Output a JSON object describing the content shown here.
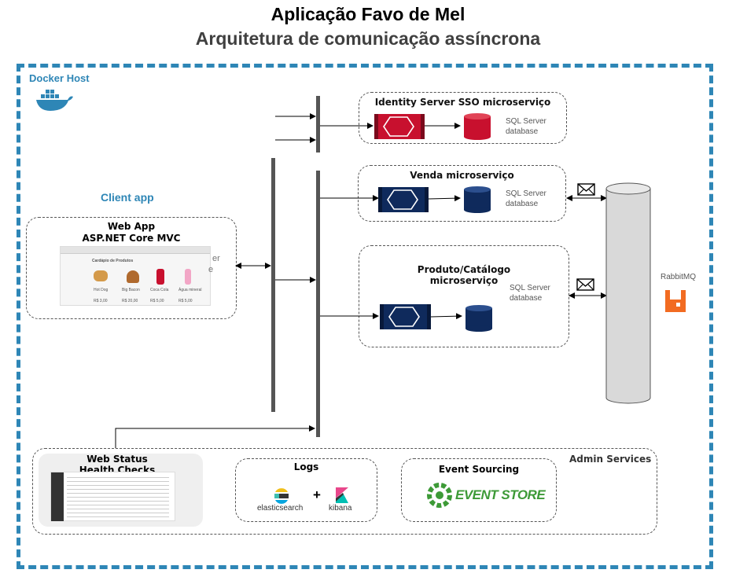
{
  "title": "Aplicação Favo de Mel",
  "subtitle": "Arquitetura de  comunicação assíncrona",
  "docker_host_label": "Docker Host",
  "client_app_label": "Client app",
  "web_app": {
    "title_line1": "Web App",
    "title_line2": "ASP.NET Core MVC",
    "page_heading": "Cardápio de Produtos",
    "products": [
      {
        "name": "Hot Dog",
        "price": "R$ 3,00"
      },
      {
        "name": "Big Bacon",
        "price": "R$ 20,00"
      },
      {
        "name": "Coca Cola",
        "price": "R$ 5,00"
      },
      {
        "name": "Água mineral",
        "price": "R$ 5,00"
      }
    ],
    "stray_right_text_1": "er",
    "stray_right_text_2": "e"
  },
  "services": {
    "identity": {
      "title": "Identity Server SSO microserviço",
      "db_line1": "SQL Server",
      "db_line2": "database",
      "color": "#c8102e"
    },
    "venda": {
      "title": "Venda microserviço",
      "db_line1": "SQL Server",
      "db_line2": "database",
      "color": "#0f2a5c"
    },
    "produto": {
      "title_line1": "Produto/Catálogo",
      "title_line2": "microserviço",
      "db_line1": "SQL Server",
      "db_line2": "database",
      "color": "#0f2a5c"
    }
  },
  "event_bus": {
    "title": "Event Bus",
    "subtitle": "(Publish/Subscribe  Channel)"
  },
  "rabbitmq_label": "RabbitMQ",
  "admin": {
    "label": "Admin Services",
    "health_line1": "Web Status",
    "health_line2": "Health Checks",
    "logs_title": "Logs",
    "elasticsearch": "elasticsearch",
    "plus": "+",
    "kibana": "kibana",
    "event_sourcing_title": "Event Sourcing",
    "event_store": "EVENT STORE",
    "event_store_color": "#3d9a37"
  },
  "colors": {
    "docker": "#2e86b6",
    "rabbit": "#f26b21"
  }
}
